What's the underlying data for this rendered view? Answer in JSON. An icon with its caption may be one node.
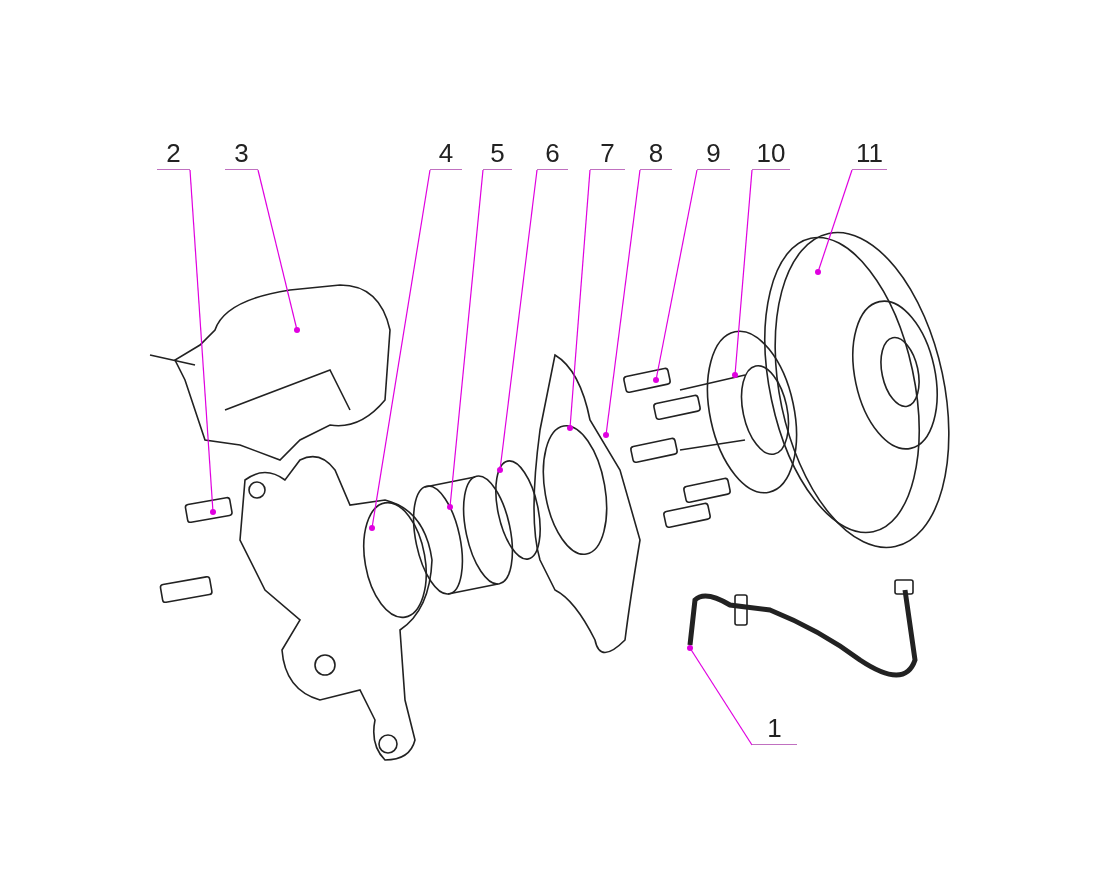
{
  "diagram": {
    "nodes": [
      {
        "text": [
          "2"
        ]
      },
      {
        "text": [
          "3"
        ]
      },
      {
        "text": [
          "4"
        ]
      },
      {
        "text": [
          "5"
        ]
      },
      {
        "text": [
          "6"
        ]
      },
      {
        "text": [
          "7"
        ]
      },
      {
        "text": [
          "8"
        ]
      },
      {
        "text": [
          "9"
        ]
      },
      {
        "text": [
          "10"
        ]
      },
      {
        "text": [
          "11"
        ]
      },
      {
        "text": [
          "1"
        ]
      }
    ],
    "edges": [
      {
        "from": 0,
        "to": null,
        "arrow": "other"
      },
      {
        "from": 1,
        "to": null,
        "arrow": "other"
      },
      {
        "from": 2,
        "to": null,
        "arrow": "other"
      },
      {
        "from": 3,
        "to": null,
        "arrow": "other"
      },
      {
        "from": 4,
        "to": null,
        "arrow": "other"
      },
      {
        "from": 5,
        "to": null,
        "arrow": "other"
      },
      {
        "from": 6,
        "to": null,
        "arrow": "other"
      },
      {
        "from": 7,
        "to": null,
        "arrow": "other"
      },
      {
        "from": 8,
        "to": null,
        "arrow": "other"
      },
      {
        "from": 9,
        "to": null,
        "arrow": "other"
      },
      {
        "from": 10,
        "to": null,
        "arrow": "other"
      }
    ]
  }
}
